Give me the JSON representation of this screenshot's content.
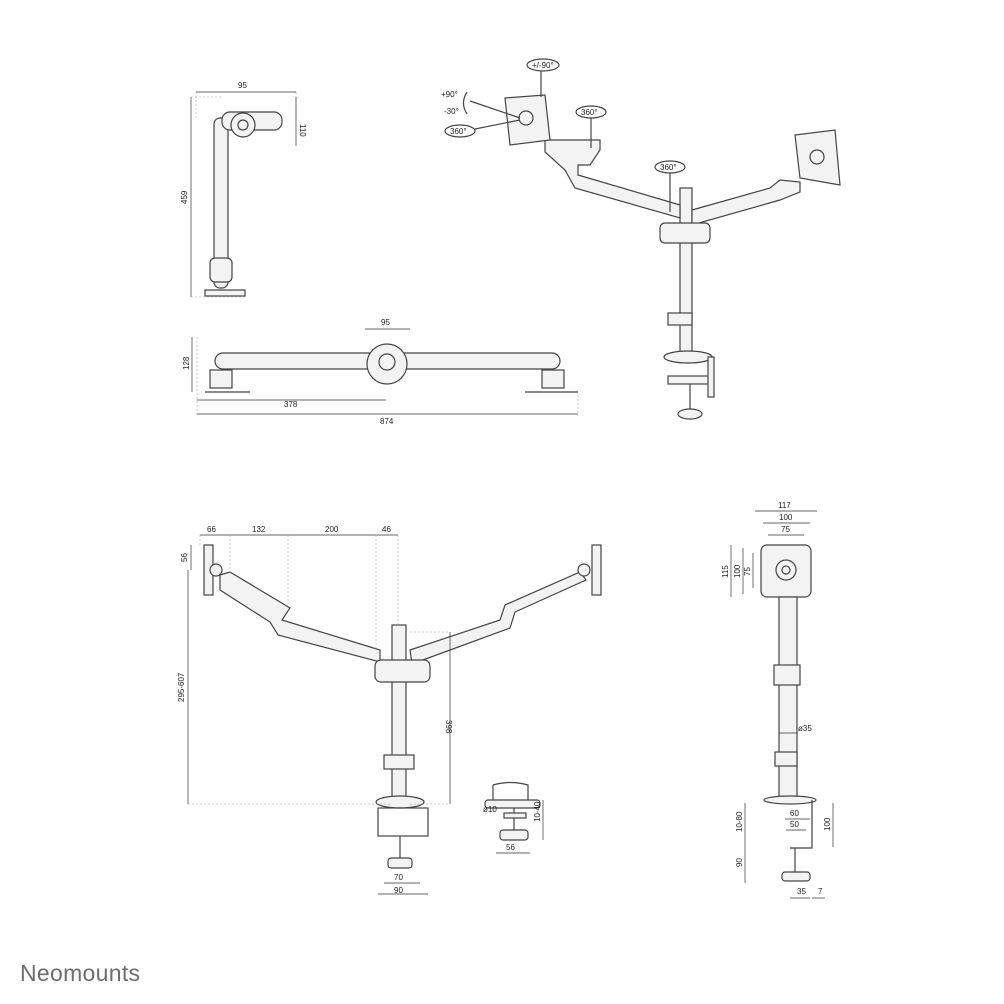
{
  "side_view": {
    "head_width": "95",
    "head_height": "110",
    "total_height": "459"
  },
  "top_view": {
    "head_width": "95",
    "depth": "128",
    "half_span": "378",
    "total_span": "874"
  },
  "iso_view": {
    "swivel": "+/-90°",
    "tilt_up": "+90°",
    "tilt_down": "-30°",
    "rotation": "360°",
    "arm_joint_1": "360°",
    "arm_joint_2": "360°"
  },
  "front_view": {
    "dim_1": "66",
    "dim_2": "132",
    "dim_3": "200",
    "dim_4": "46",
    "vesa_offset": "56",
    "height_range": "295-607",
    "arm_height": "398",
    "clamp_inner": "70",
    "clamp_outer": "90"
  },
  "grommet": {
    "bolt": "ø10",
    "desk_thickness": "10-40",
    "width": "56"
  },
  "profile_view": {
    "plate_width": "117",
    "vesa_large": "100",
    "vesa_small": "75",
    "plate_height": "115",
    "vesa_large_v": "100",
    "vesa_small_v": "75",
    "pole_diameter": "ø35",
    "clamp_60": "60",
    "clamp_50": "50",
    "desk_range": "10-80",
    "clamp_height": "100",
    "screw_length": "90",
    "offset_35": "35",
    "offset_7": "7"
  },
  "brand": "Neomounts"
}
